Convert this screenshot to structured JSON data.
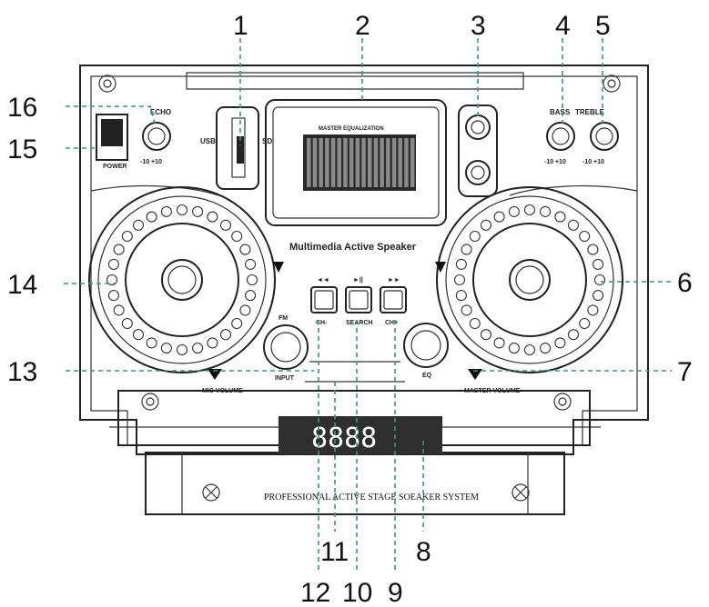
{
  "labels": {
    "echo": "ECHO",
    "echo_range": "-10  +10",
    "power": "POWER",
    "usb": "USB",
    "sd": "SD",
    "master_eq": "MASTER EQUALIZATION",
    "bass": "BASS",
    "treble": "TREBLE",
    "bass_range": "-10 +10",
    "treble_range": "-10 +10",
    "slogan": "Multimedia Active Speaker",
    "btn_left": "CH-",
    "btn_mid": "SEARCH",
    "btn_right": "CH+",
    "btn_left_top": "◄◄",
    "btn_mid_top": "►||",
    "btn_right_top": "►►",
    "fm": "FM",
    "input": "INPUT",
    "eq": "EQ",
    "mic_volume": "MIC VOLUME",
    "master_volume": "MASTER VOLUME",
    "display": "8888",
    "footer": "PROFESSIONAL ACTIVE STAGE SOEAKER SYSTEM"
  },
  "callouts": [
    "1",
    "2",
    "3",
    "4",
    "5",
    "6",
    "7",
    "8",
    "9",
    "10",
    "11",
    "12",
    "13",
    "14",
    "15",
    "16"
  ],
  "colors": {
    "leader": "#2e9e6e",
    "outline": "#222222",
    "display_bg": "#333333"
  }
}
